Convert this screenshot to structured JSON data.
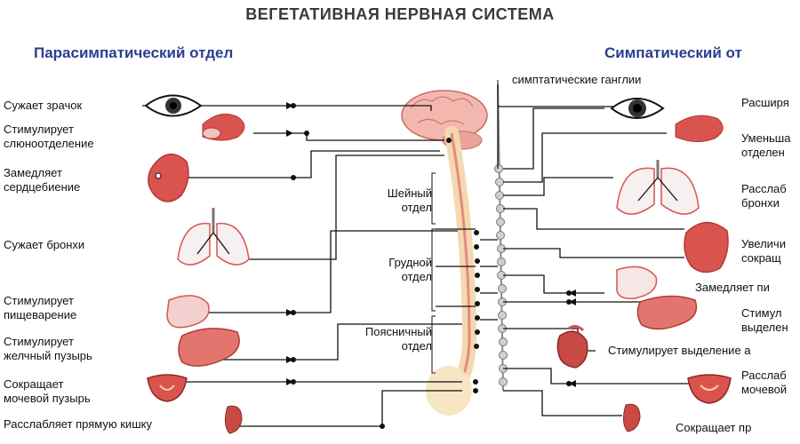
{
  "title": "ВЕГЕТАТИВНАЯ НЕРВНАЯ СИСТЕМА",
  "parasympathetic": {
    "heading": "Парасимпатический отдел",
    "effects": [
      "Сужает зрачок",
      "Стимулирует\nслюноотделение",
      "Замедляет\nсердцебиение",
      "Сужает бронхи",
      "Стимулирует\nпищеварение",
      "Стимулирует\nжелчный пузырь",
      "Сокращает\nмочевой пузырь",
      "Расслабляет прямую кишку"
    ]
  },
  "sympathetic": {
    "heading": "Симпатический от",
    "ganglia_label": "симптатические ганглии",
    "effects": [
      "Расширя",
      "Уменьша\nотделен",
      "Расслаб\nбронхи",
      "Увеличи\nсокращ",
      "Замедляет пи",
      "Стимул\nвыделен",
      "Стимулирует выделение а",
      "Расслаб\nмочевой",
      "Сокращает пр"
    ]
  },
  "spine_regions": [
    "Шейный\nотдел",
    "Грудной\nотдел",
    "Поясничный\nотдел"
  ],
  "colors": {
    "title": "#3a3a3a",
    "heading": "#2b3d8f",
    "organ": "#d9534f",
    "organ_dark": "#b23a36",
    "brain": "#f2b8b0",
    "spine": "#f4d9b0",
    "ganglia": "#9a9a9a",
    "nerve": "#111111"
  }
}
